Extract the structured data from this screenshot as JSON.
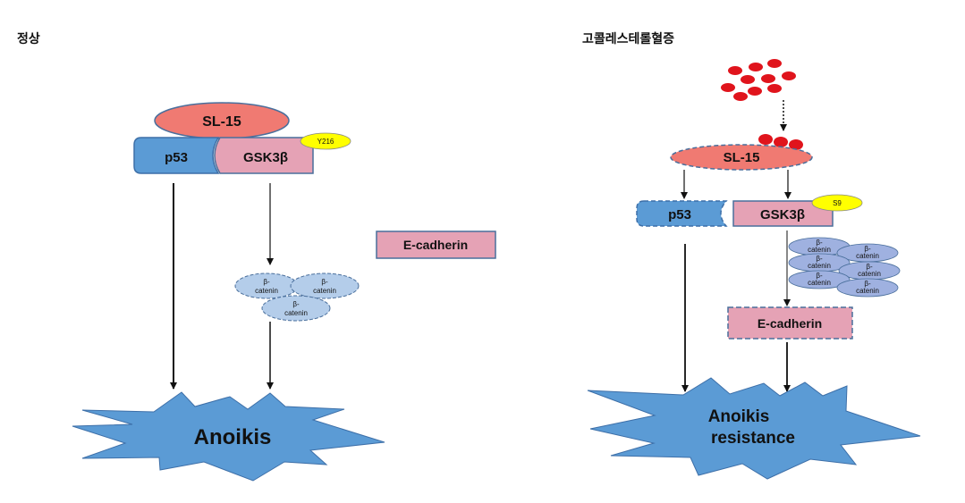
{
  "left": {
    "title": "정상",
    "sl15": "SL-15",
    "p53": "p53",
    "gsk3b": "GSK3β",
    "phospho": "Y216",
    "ecadherin": "E-cadherin",
    "beta_top": "β-",
    "beta_bottom": "catenin",
    "outcome": "Anoikis"
  },
  "right": {
    "title": "고콜레스테롤혈증",
    "sl15": "SL-15",
    "p53": "p53",
    "gsk3b": "GSK3β",
    "phospho": "S9",
    "ecadherin": "E-cadherin",
    "beta_top": "β-",
    "beta_bottom": "catenin",
    "outcome_line1": "Anoikis",
    "outcome_line2": "resistance"
  },
  "colors": {
    "salmon": "#f07a72",
    "blue": "#5b9bd5",
    "pink": "#e5a2b5",
    "yellow": "#ffff00",
    "light_blue": "#b4cdea",
    "lavender": "#9fb1e0",
    "red_dot": "#e0141c",
    "burst": "#5b9bd5"
  }
}
